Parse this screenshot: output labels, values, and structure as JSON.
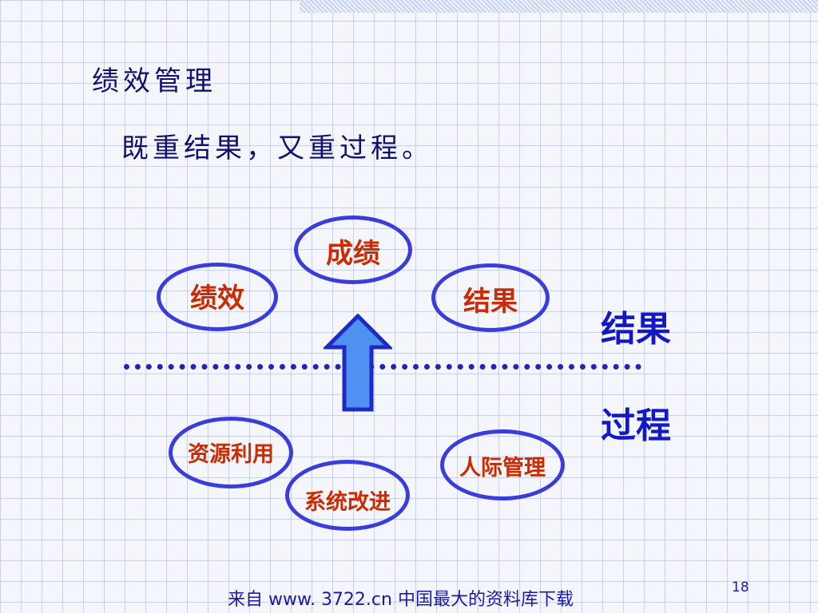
{
  "slide": {
    "heading": "绩效管理",
    "subheading": "既重结果，又重过程。",
    "page_number": "18",
    "footer": "来自 www. 3722.cn 中国最大的资料库下载"
  },
  "diagram": {
    "result_nodes": [
      "成绩",
      "绩效",
      "结果"
    ],
    "process_nodes": [
      "资源利用",
      "人际管理",
      "系统改进"
    ],
    "result_label": "结果",
    "process_label": "过程"
  },
  "colors": {
    "heading_text": "#10106e",
    "ellipse_border": "#3b3ddb",
    "node_text": "#cc2a00",
    "side_label_text": "#1218c6",
    "arrow_fill": "#4e91f0",
    "arrow_stroke": "#1b2bc4",
    "divider": "#2525b4"
  }
}
